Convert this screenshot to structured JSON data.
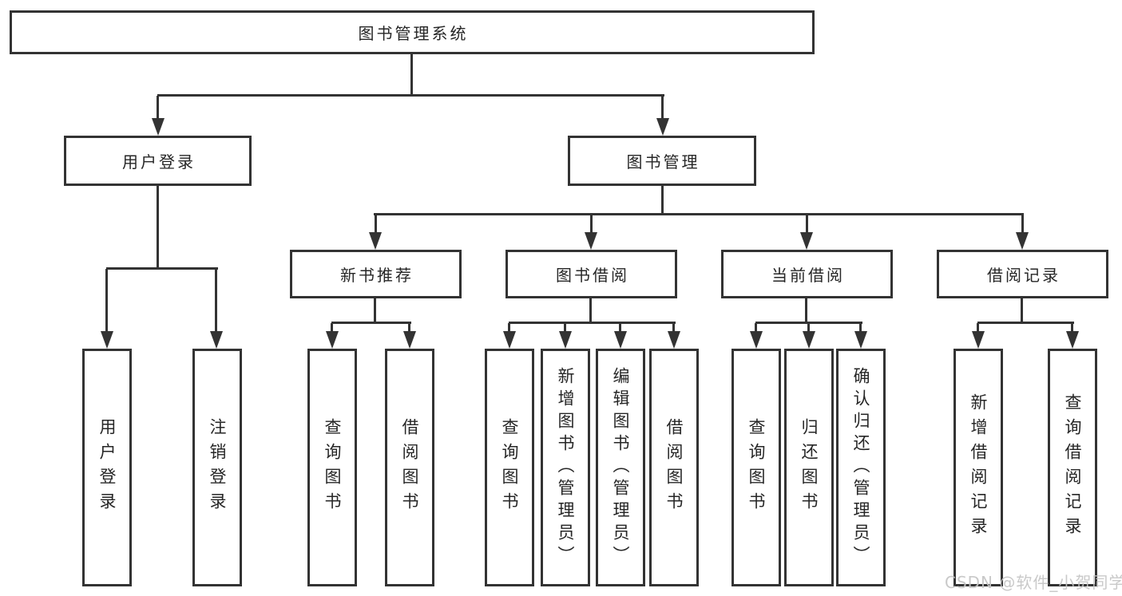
{
  "diagram": {
    "title": "图书管理系统",
    "colors": {
      "line": "#333333",
      "box_border": "#333333",
      "text": "#262626",
      "background": "#ffffff",
      "watermark": "#c4c4c4"
    },
    "tree": {
      "root": {
        "label": "图书管理系统"
      },
      "level1": [
        {
          "label": "用户登录"
        },
        {
          "label": "图书管理"
        }
      ],
      "user_login_leaves": [
        {
          "label": "用户登录"
        },
        {
          "label": "注销登录"
        }
      ],
      "modules": [
        {
          "label": "新书推荐",
          "leaves": [
            {
              "label": "查询图书"
            },
            {
              "label": "借阅图书"
            }
          ]
        },
        {
          "label": "图书借阅",
          "leaves": [
            {
              "label": "查询图书"
            },
            {
              "label": "新增图书（管理员）"
            },
            {
              "label": "编辑图书（管理员）"
            },
            {
              "label": "借阅图书"
            }
          ]
        },
        {
          "label": "当前借阅",
          "leaves": [
            {
              "label": "查询图书"
            },
            {
              "label": "归还图书"
            },
            {
              "label": "确认归还（管理员）"
            }
          ]
        },
        {
          "label": "借阅记录",
          "leaves": [
            {
              "label": "新增借阅记录"
            },
            {
              "label": "查询借阅记录"
            }
          ]
        }
      ]
    },
    "watermark": {
      "text": "CSDN @软件_小贺同学"
    }
  }
}
